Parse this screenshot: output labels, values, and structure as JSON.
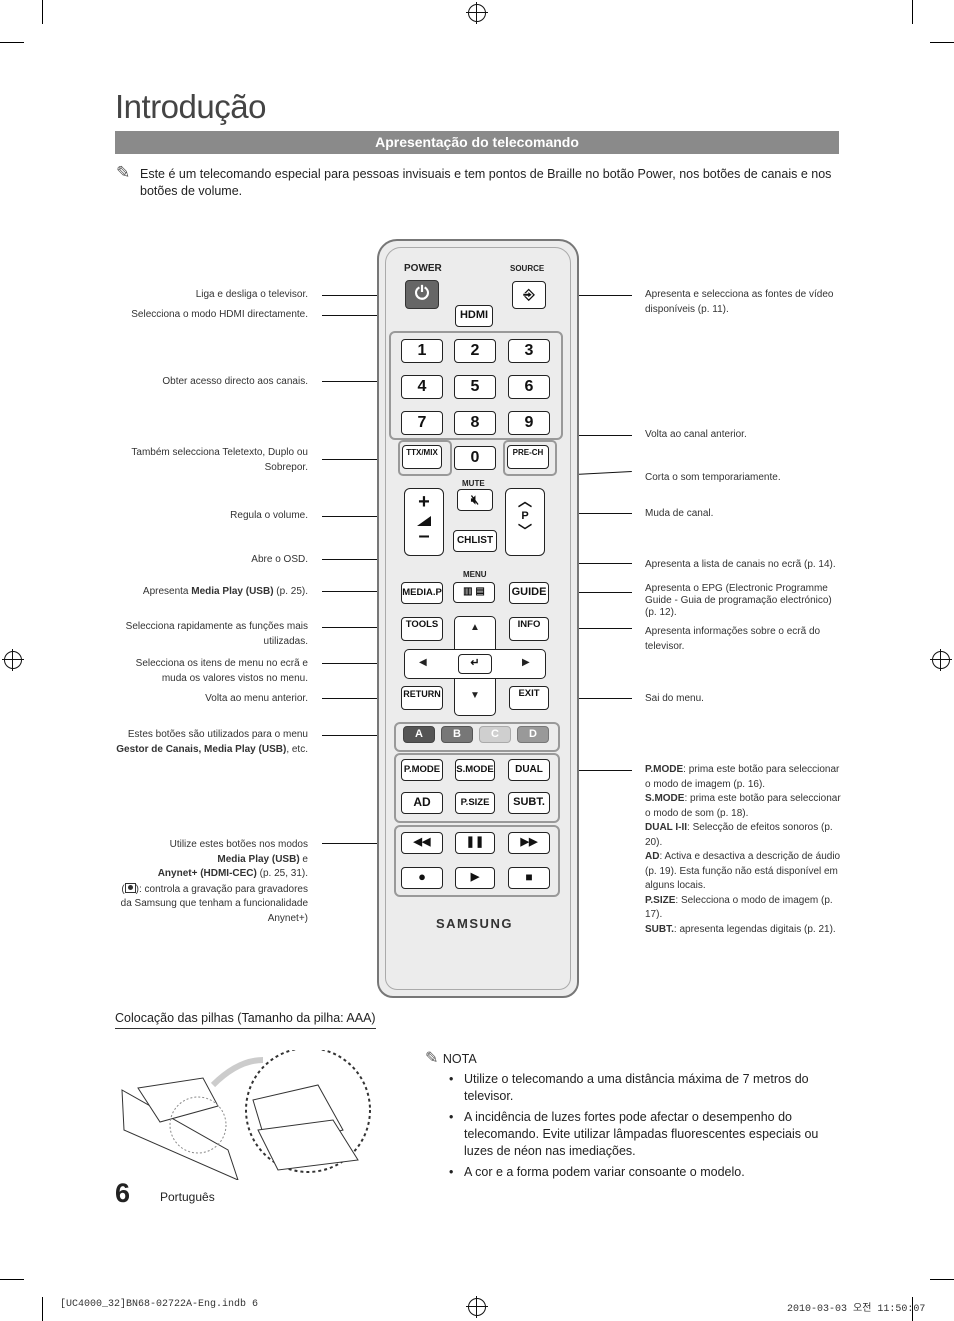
{
  "header": {
    "title": "Introdução",
    "section": "Apresentação do telecomando"
  },
  "intro": "Este é um telecomando especial para pessoas invisuais e tem pontos de Braille no botão Power, nos botões de canais e nos botões de volume.",
  "left_labels": {
    "power": "Liga e desliga o televisor.",
    "hdmi": "Selecciona o modo HDMI directamente.",
    "numbers": "Obter acesso directo aos canais.",
    "ttx": "Também selecciona Teletexto, Duplo ou Sobrepor.",
    "volume": "Regula o volume.",
    "menu": "Abre o OSD.",
    "mediap_a": "Apresenta ",
    "mediap_b": "Media Play (USB)",
    "mediap_c": " (p. 25).",
    "tools": "Selecciona rapidamente as funções mais utilizadas.",
    "nav": "Selecciona os itens de menu no ecrã e muda os valores vistos no menu.",
    "return": "Volta ao menu anterior.",
    "color_a": "Estes botões são utilizados para o menu",
    "color_b": "Gestor de Canais, Media Play (USB)",
    "color_c": ", etc.",
    "media_1": "Utilize estes botões nos modos",
    "media_2": "Media Play (USB)",
    "media_3": " e",
    "media_4": "Anynet+ (HDMI-CEC)",
    "media_5": " (p. 25, 31).",
    "media_6": "(",
    "media_7": "): controla a gravação para gravadores da Samsung que tenham a funcionalidade Anynet+)"
  },
  "right_labels": {
    "source": "Apresenta e selecciona as fontes de vídeo disponíveis (p. 11).",
    "prech": "Volta ao canal anterior.",
    "mute": "Corta o som temporariamente.",
    "channel": "Muda de canal.",
    "chlist": "Apresenta a lista de canais no ecrã (p. 14).",
    "guide": "Apresenta o EPG (Electronic Programme Guide - Guia de programação electrónico) (p. 12).",
    "info": "Apresenta informações sobre o ecrã do televisor.",
    "exit": "Sai do menu.",
    "pmode_k": "P.MODE",
    "pmode_v": ": prima este botão para seleccionar o modo de imagem (p. 16).",
    "smode_k": "S.MODE",
    "smode_v": ": prima este botão para seleccionar o modo de som (p. 18).",
    "dual_k": "DUAL I-II",
    "dual_v": ": Selecção de efeitos sonoros (p. 20).",
    "ad_k": "AD",
    "ad_v": ": Activa e desactiva a descrição de áudio (p. 19). Esta função não está disponível em alguns locais.",
    "psize_k": "P.SIZE",
    "psize_v": ": Selecciona o modo de imagem (p. 17).",
    "subt_k": "SUBT.",
    "subt_v": ": apresenta legendas digitais (p. 21)."
  },
  "remote": {
    "power": "POWER",
    "source": "SOURCE",
    "hdmi": "HDMI",
    "nums": [
      "1",
      "2",
      "3",
      "4",
      "5",
      "6",
      "7",
      "8",
      "9",
      "0"
    ],
    "ttx": "TTX/MIX",
    "prech": "PRE-CH",
    "mute": "MUTE",
    "p": "P",
    "chlist": "CHLIST",
    "menu": "MENU",
    "mediap": "MEDIA.P",
    "guide": "GUIDE",
    "tools": "TOOLS",
    "info": "INFO",
    "return": "RETURN",
    "exit": "EXIT",
    "colors": [
      "A",
      "B",
      "C",
      "D"
    ],
    "pmode": "P.MODE",
    "smode": "S.MODE",
    "dual": "DUAL",
    "ad": "AD",
    "psize": "P.SIZE",
    "subt": "SUBT.",
    "brand": "SAMSUNG"
  },
  "batteries": {
    "title": "Colocação das pilhas (Tamanho da pilha: AAA)"
  },
  "nota": {
    "title": "NOTA",
    "items": [
      "Utilize o telecomando a uma distância máxima de 7 metros do televisor.",
      "A incidência de luzes fortes pode afectar o desempenho do telecomando. Evite utilizar lâmpadas fluorescentes especiais ou luzes de néon nas imediações.",
      "A cor e a forma podem variar consoante o modelo."
    ]
  },
  "footer": {
    "page": "6",
    "language": "Português",
    "file": "[UC4000_32]BN68-02722A-Eng.indb   6",
    "date": "2010-03-03   오전 11:50:07"
  },
  "colors": {
    "bar": "#8a8a8a",
    "btn_a": "#555555",
    "btn_b": "#777777",
    "btn_c": "#cfcfcf",
    "btn_d": "#999999"
  }
}
